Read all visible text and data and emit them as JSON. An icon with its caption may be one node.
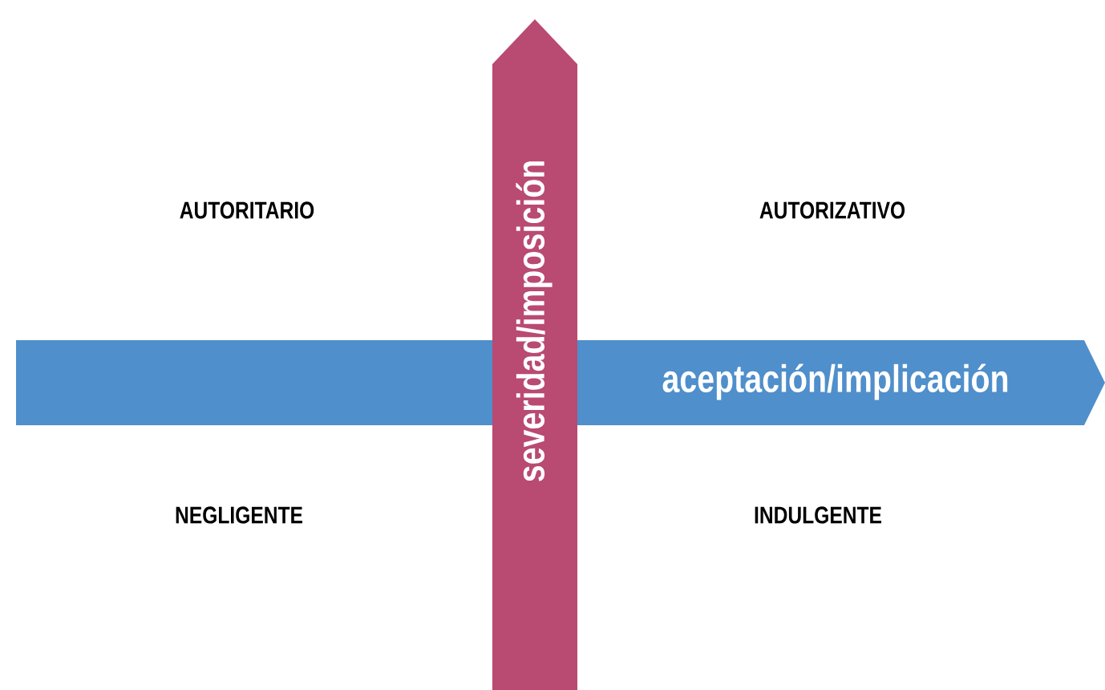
{
  "diagram": {
    "labels": [
      "AUTORITARIO",
      "severidad/imposición",
      "AUTORIZATIVO",
      "aceptación/implicación",
      "NEGLIGENTE",
      "INDULGENTE"
    ]
  }
}
